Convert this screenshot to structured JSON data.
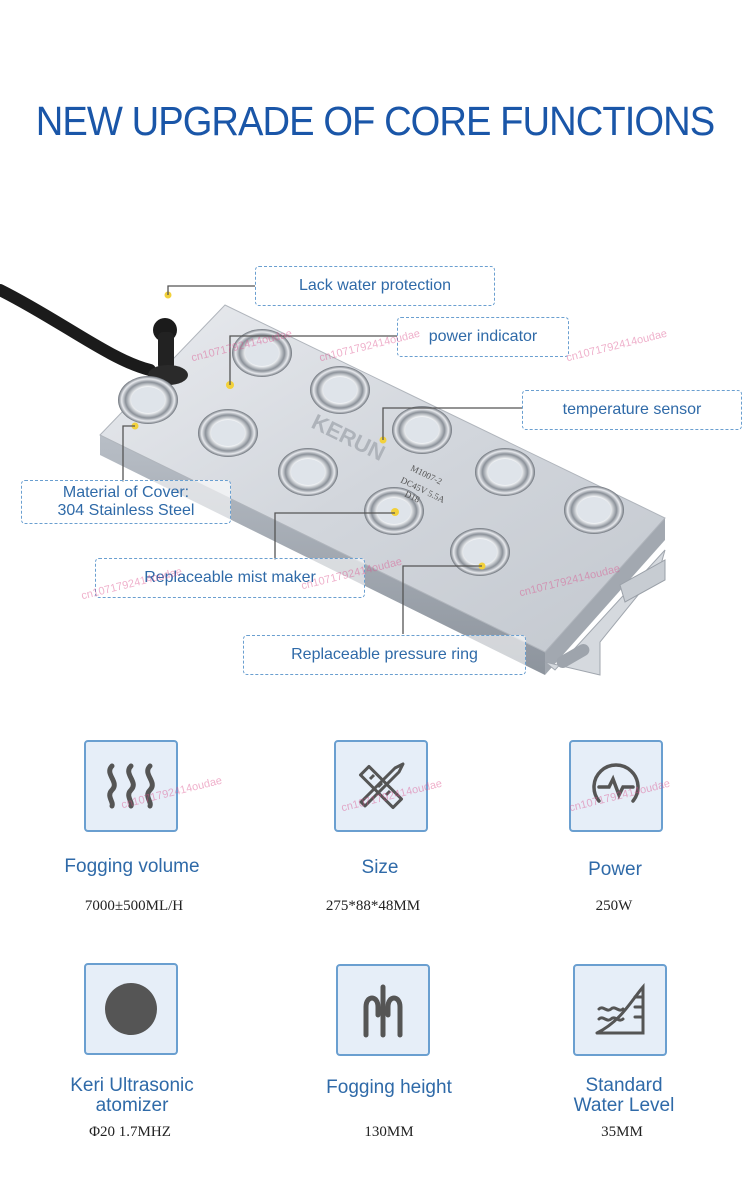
{
  "headline": "NEW UPGRADE OF CORE FUNCTIONS",
  "device": {
    "model_label": "M1007-2",
    "rating_label": "DC45V 5.5A",
    "tag_label": "D18",
    "brand_label": "KERUN"
  },
  "callouts": {
    "lack_water": "Lack water protection",
    "power_indicator": "power indicator",
    "temperature": "temperature sensor",
    "material_line1": "Material of Cover:",
    "material_line2": "304 Stainless Steel",
    "mist_maker": "Replaceable  mist maker",
    "pressure_ring": "Replaceable pressure ring"
  },
  "features": [
    {
      "label": "Fogging volume",
      "value": "7000±500ML/H",
      "icon": "steam-waves-icon"
    },
    {
      "label": "Size",
      "value": "275*88*48MM",
      "icon": "ruler-pencil-icon"
    },
    {
      "label": "Power",
      "value": "250W",
      "icon": "power-gauge-icon"
    },
    {
      "label_line1": "Keri Ultrasonic",
      "label_line2": "atomizer",
      "value": "Φ20 1.7MHZ",
      "icon": "disc-icon"
    },
    {
      "label": "Fogging height",
      "value": "130MM",
      "icon": "fog-height-icon"
    },
    {
      "label_line1": "Standard",
      "label_line2": "Water Level",
      "value": "35MM",
      "icon": "water-level-icon"
    }
  ],
  "watermark": "cn1071792414oudae",
  "colors": {
    "accent": "#1a56a8",
    "callout_border": "#6a9fd0",
    "icon_fill": "#e6eef8",
    "icon_stroke": "#555555"
  }
}
